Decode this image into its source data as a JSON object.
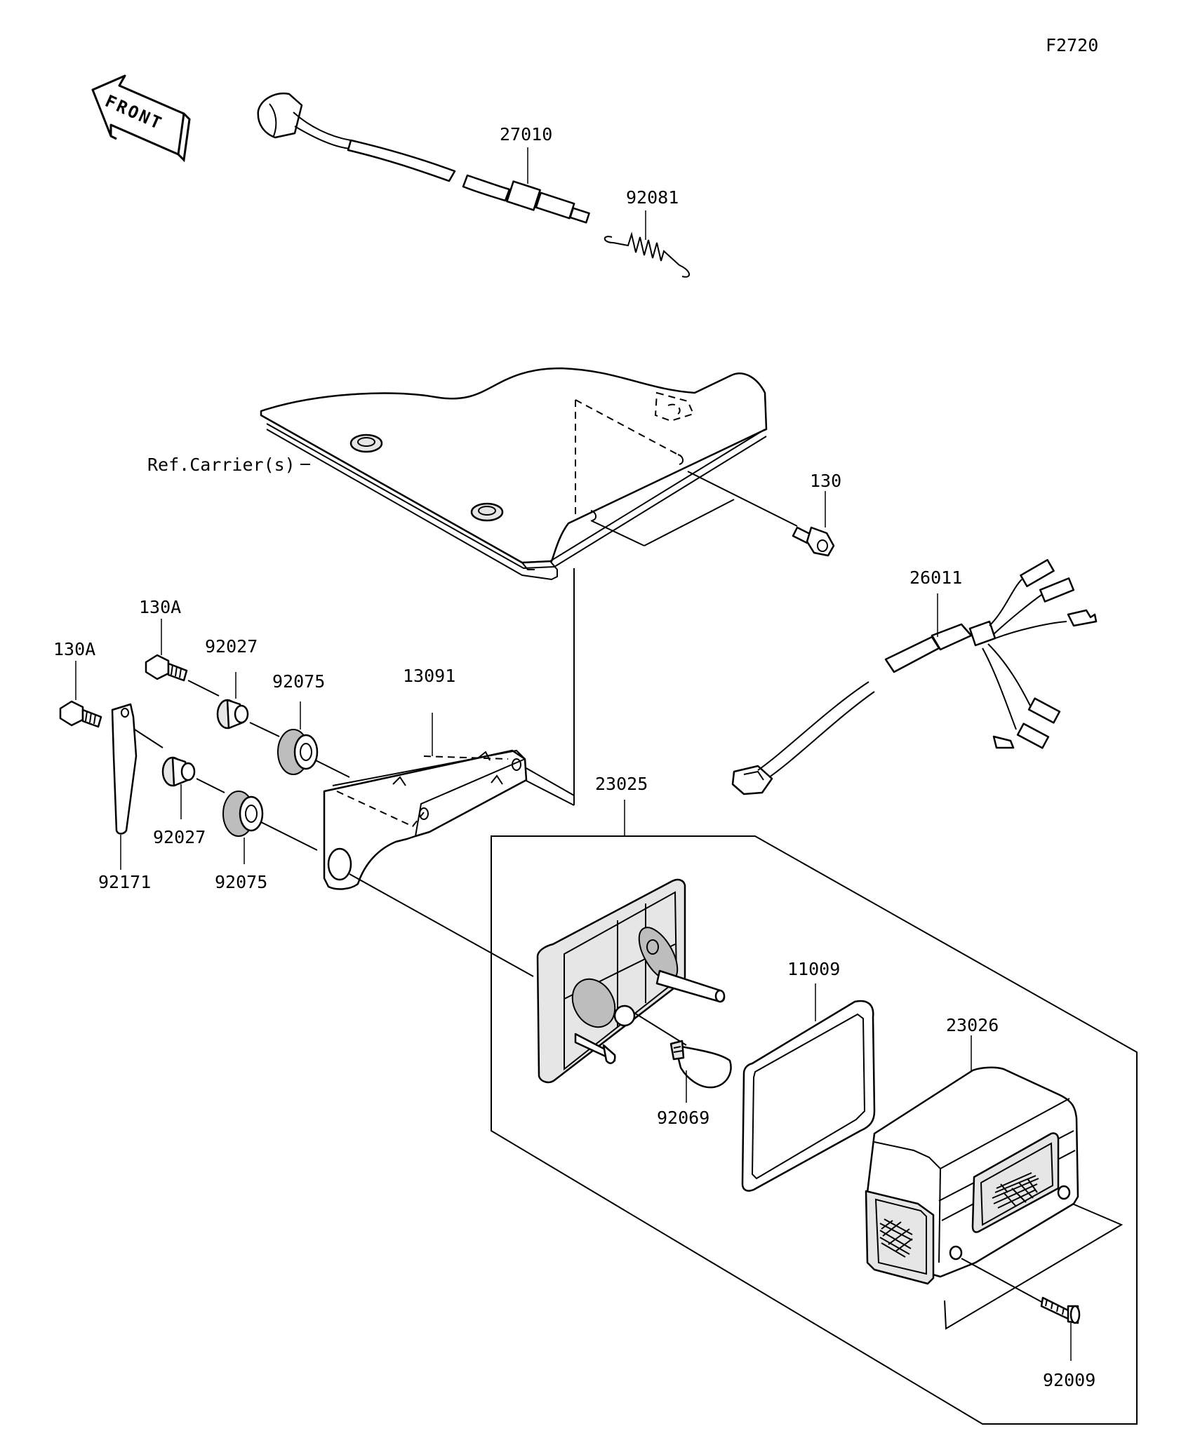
{
  "figure_code": "F2720",
  "front_arrow_label": "FRONT",
  "reference_label": "Ref.Carrier(s)",
  "parts": {
    "p27010": "27010",
    "p92081": "92081",
    "p130": "130",
    "p26011": "26011",
    "p130A_top": "130A",
    "p130A_left": "130A",
    "p92027_top": "92027",
    "p92075_top": "92075",
    "p13091": "13091",
    "p92027_bottom": "92027",
    "p92171": "92171",
    "p92075_bottom": "92075",
    "p23025": "23025",
    "p11009": "11009",
    "p23026": "23026",
    "p92069": "92069",
    "p92009": "92009"
  }
}
